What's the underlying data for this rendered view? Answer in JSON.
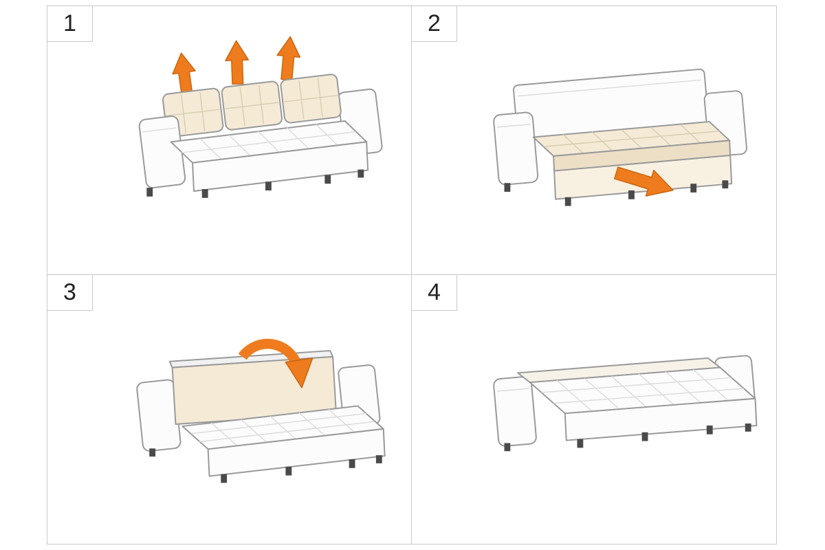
{
  "steps": [
    {
      "number": "1",
      "arrow_icon": "up-arrows"
    },
    {
      "number": "2",
      "arrow_icon": "pull-out-arrow"
    },
    {
      "number": "3",
      "arrow_icon": "fold-down-arrow"
    },
    {
      "number": "4",
      "arrow_icon": "none"
    }
  ],
  "colors": {
    "arrow": "#ee7c1e",
    "arrow_outline": "#c9650c",
    "cushion": "#f4ead6",
    "cushion_line": "#d9cdb2",
    "body": "#fcfcfc",
    "outline": "#98989a",
    "grid_line": "#c8c8c8",
    "number_text": "#222222",
    "background": "#ffffff",
    "feet": "#4a4a4a"
  }
}
